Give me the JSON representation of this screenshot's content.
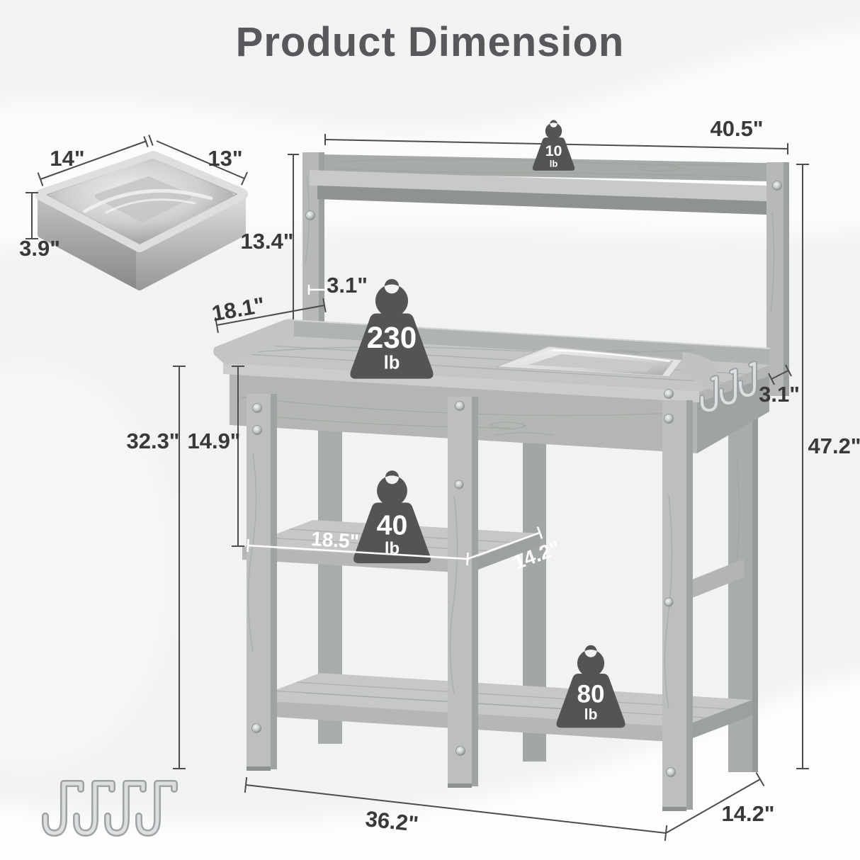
{
  "title": "Product Dimension",
  "pan_inset": {
    "width_label": "14\"",
    "depth_label": "13\"",
    "height_label": "3.9\""
  },
  "bench": {
    "badges": {
      "top_shelf": {
        "value": "10",
        "unit": "lb"
      },
      "worktop": {
        "value": "230",
        "unit": "lb"
      },
      "middle_shelf": {
        "value": "40",
        "unit": "lb"
      },
      "bottom_shelf": {
        "value": "80",
        "unit": "lb"
      }
    },
    "dimensions": {
      "top_shelf_width": "40.5\"",
      "hutch_height": "13.4\"",
      "post_depth": "3.1\"",
      "worktop_side_depth": "18.1\"",
      "side_hook_depth": "3.1\"",
      "overall_height": "47.2\"",
      "worktop_height": "32.3\"",
      "under_clearance": "14.9\"",
      "middle_shelf_width": "18.5\"",
      "middle_shelf_depth": "14.2\"",
      "base_width": "36.2\"",
      "base_depth": "14.2\""
    }
  },
  "colors": {
    "background": "#f1f2f2",
    "badge": "#535456",
    "dimension_text": "#39393b",
    "dimension_line": "#4c4c4e",
    "wood_light": "#c6c9c6",
    "wood_mid": "#b4b7b4",
    "wood_dark": "#9da19e",
    "title": "#57585b"
  }
}
